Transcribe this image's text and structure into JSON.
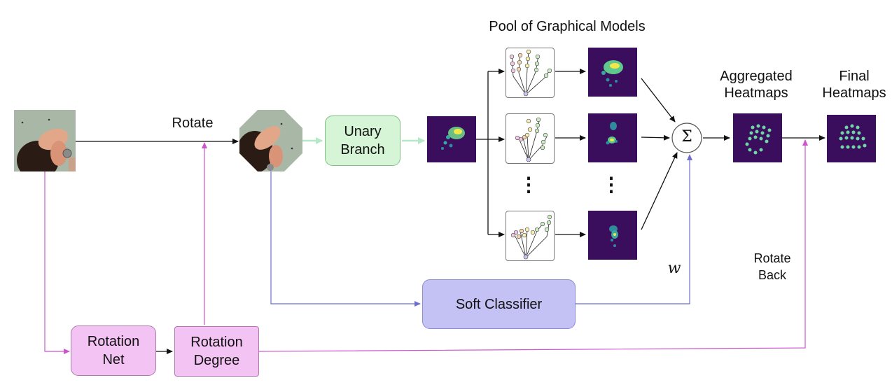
{
  "title": "Pool of Graphical Models",
  "labels": {
    "rotate": "Rotate",
    "aggregated": "Aggregated\nHeatmaps",
    "final": "Final\nHeatmaps",
    "rotate_back": "Rotate\nBack",
    "weight": "w",
    "sum": "Σ",
    "dots": "⋮"
  },
  "boxes": {
    "unary": "Unary\nBranch",
    "soft_classifier": "Soft Classifier",
    "rotation_net": "Rotation\nNet",
    "rotation_degree": "Rotation\nDegree"
  },
  "colors": {
    "unary_fill": "#d6f5d6",
    "unary_border": "#7fbf7f",
    "classifier_fill": "#c4c2f5",
    "classifier_border": "#8c8cd0",
    "rotation_fill": "#f3c3f3",
    "rotation_border": "#b07ab0",
    "heatmap_bg": "#3a0e5c",
    "green_arrow": "#b5e8c8",
    "blue_arrow": "#6f6fd0",
    "magenta_arrow": "#cc55cc"
  }
}
